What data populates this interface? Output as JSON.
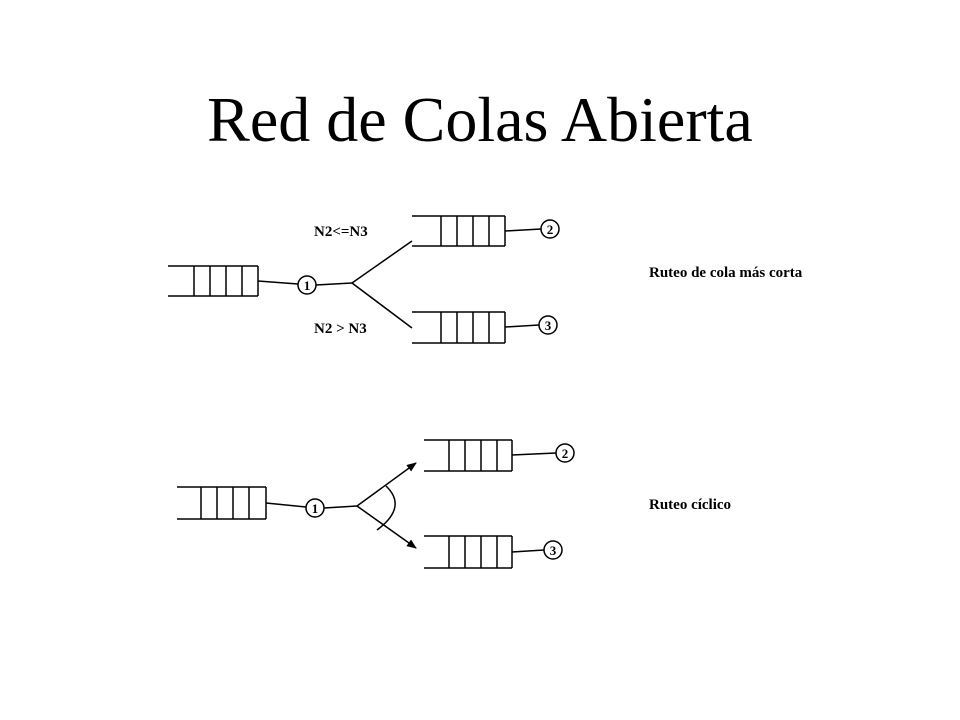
{
  "title": "Red de Colas Abierta",
  "colors": {
    "stroke": "#000000",
    "background": "#ffffff"
  },
  "top": {
    "condition_upper": "N2<=N3",
    "condition_lower": "N2 > N3",
    "caption": "Ruteo de cola más corta",
    "nodes": [
      "1",
      "2",
      "3"
    ]
  },
  "bottom": {
    "caption": "Ruteo cíclico",
    "nodes": [
      "1",
      "2",
      "3"
    ]
  }
}
